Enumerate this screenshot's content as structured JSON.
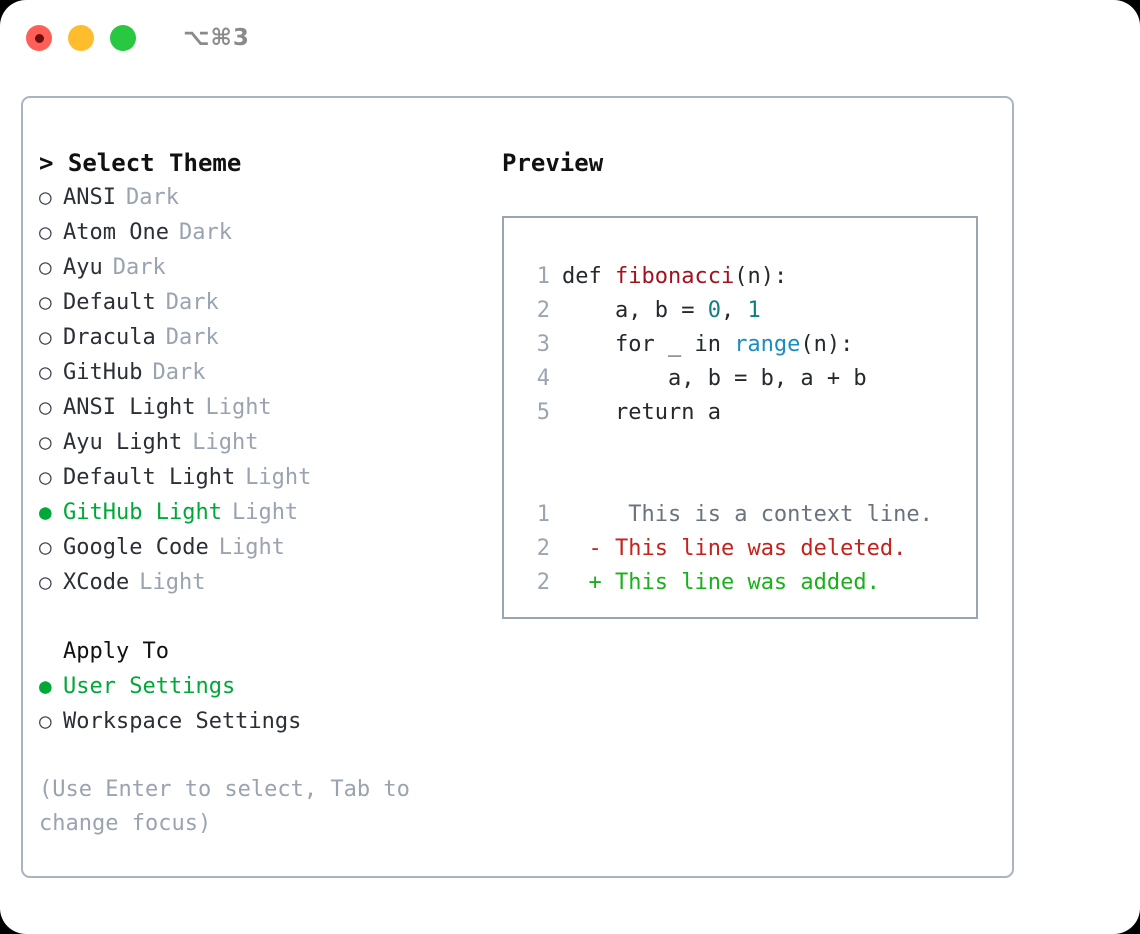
{
  "titlebar": {
    "shortcut": "⌥⌘3",
    "buttons": [
      {
        "name": "close",
        "color": "#ff5f57",
        "recording": true
      },
      {
        "name": "minimize",
        "color": "#ffbd2e",
        "recording": false
      },
      {
        "name": "zoom",
        "color": "#28c840",
        "recording": false
      }
    ]
  },
  "theme_picker": {
    "title": "> Select Theme",
    "selected_marker": "●",
    "unselected_marker": "○",
    "selected_color": "#00a838",
    "items": [
      {
        "label": "ANSI",
        "tag": "Dark",
        "selected": false
      },
      {
        "label": "Atom One",
        "tag": "Dark",
        "selected": false
      },
      {
        "label": "Ayu",
        "tag": "Dark",
        "selected": false
      },
      {
        "label": "Default",
        "tag": "Dark",
        "selected": false
      },
      {
        "label": "Dracula",
        "tag": "Dark",
        "selected": false
      },
      {
        "label": "GitHub",
        "tag": "Dark",
        "selected": false
      },
      {
        "label": "ANSI Light",
        "tag": "Light",
        "selected": false
      },
      {
        "label": "Ayu Light",
        "tag": "Light",
        "selected": false
      },
      {
        "label": "Default Light",
        "tag": "Light",
        "selected": false
      },
      {
        "label": "GitHub Light",
        "tag": "Light",
        "selected": true
      },
      {
        "label": "Google Code",
        "tag": "Light",
        "selected": false
      },
      {
        "label": "XCode",
        "tag": "Light",
        "selected": false
      }
    ]
  },
  "apply_to": {
    "title": "Apply To",
    "items": [
      {
        "label": "User Settings",
        "selected": true
      },
      {
        "label": "Workspace Settings",
        "selected": false
      }
    ]
  },
  "hint": "(Use Enter to select, Tab to change focus)",
  "preview": {
    "title": "Preview",
    "code_lines": [
      {
        "lineno": "1",
        "tokens": [
          {
            "text": "def ",
            "type": "kw"
          },
          {
            "text": "fibonacci",
            "type": "fn"
          },
          {
            "text": "(n):",
            "type": "plain"
          }
        ]
      },
      {
        "lineno": "2",
        "tokens": [
          {
            "text": "    a, b = ",
            "type": "plain"
          },
          {
            "text": "0",
            "type": "num"
          },
          {
            "text": ", ",
            "type": "plain"
          },
          {
            "text": "1",
            "type": "num"
          }
        ]
      },
      {
        "lineno": "3",
        "tokens": [
          {
            "text": "    for _ in ",
            "type": "kw"
          },
          {
            "text": "range",
            "type": "call"
          },
          {
            "text": "(n):",
            "type": "plain"
          }
        ]
      },
      {
        "lineno": "4",
        "tokens": [
          {
            "text": "        a, b = b, a + b",
            "type": "plain"
          }
        ]
      },
      {
        "lineno": "5",
        "tokens": [
          {
            "text": "    return a",
            "type": "kw"
          }
        ]
      }
    ],
    "diff_lines": [
      {
        "lineno": "1",
        "sign": " ",
        "text": "  This is a context line.",
        "type": "ctx"
      },
      {
        "lineno": "2",
        "sign": "-",
        "text": " This line was deleted.",
        "type": "del"
      },
      {
        "lineno": "2",
        "sign": "+",
        "text": " This line was added.",
        "type": "add"
      }
    ]
  }
}
